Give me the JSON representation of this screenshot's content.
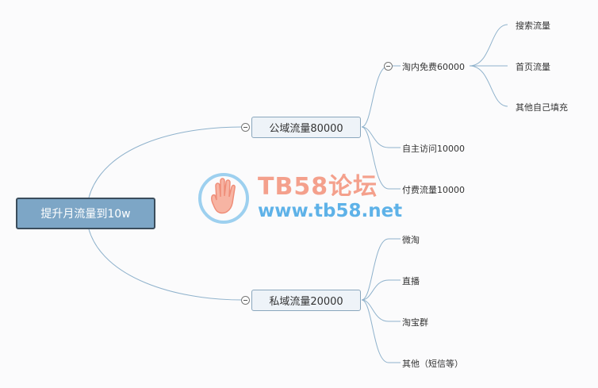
{
  "root": {
    "label": "提升月流量到10w"
  },
  "branches": [
    {
      "label": "公域流量80000",
      "children": [
        {
          "label": "淘内免费60000",
          "children": [
            {
              "label": "搜索流量"
            },
            {
              "label": "首页流量"
            },
            {
              "label": "其他自己填充"
            }
          ]
        },
        {
          "label": "自主访问10000"
        },
        {
          "label": "付费流量10000"
        }
      ]
    },
    {
      "label": "私域流量20000",
      "children": [
        {
          "label": "微淘"
        },
        {
          "label": "直播"
        },
        {
          "label": "淘宝群"
        },
        {
          "label": "其他（短信等）"
        }
      ]
    }
  ],
  "watermark": {
    "title": "TB58论坛",
    "url": "www.tb58.net"
  },
  "colors": {
    "root_fill": "#7da6c6",
    "root_border": "#3b4d5c",
    "branch_fill": "#eef3f8",
    "connector": "#8fb2cc"
  }
}
